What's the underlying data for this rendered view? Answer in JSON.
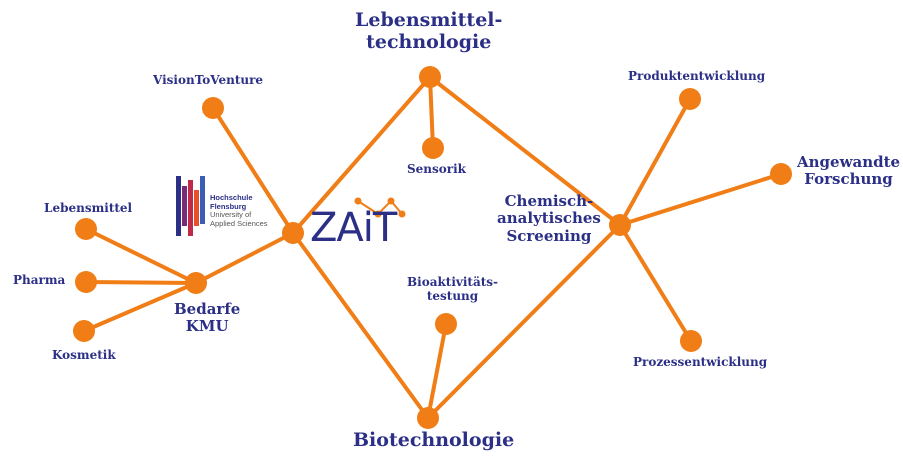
{
  "colors": {
    "orange": "#f07d16",
    "navy": "#2b2f86"
  },
  "nodes": {
    "lebensmitteltechnologie": {
      "line1": "Lebensmittel-",
      "line2": "technologie"
    },
    "visiontoventure": "VisionToVenture",
    "sensorik": "Sensorik",
    "produktentwicklung": "Produktentwicklung",
    "angewandte_forschung": {
      "line1": "Angewandte",
      "line2": "Forschung"
    },
    "chemisch": {
      "line1": "Chemisch-",
      "line2": "analytisches",
      "line3": "Screening"
    },
    "lebensmittel": "Lebensmittel",
    "pharma": "Pharma",
    "kosmetik": "Kosmetik",
    "bedarfe": {
      "line1": "Bedarfe",
      "line2": "KMU"
    },
    "bioaktivitaet": {
      "line1": "Bioaktivitäts-",
      "line2": "testung"
    },
    "prozessentwicklung": "Prozessentwicklung",
    "biotechnologie": "Biotechnologie"
  },
  "logos": {
    "hochschule": {
      "line1": "Hochschule",
      "line2": "Flensburg",
      "line3": "University of",
      "line4": "Applied Sciences"
    },
    "zait": "ZAiT"
  }
}
